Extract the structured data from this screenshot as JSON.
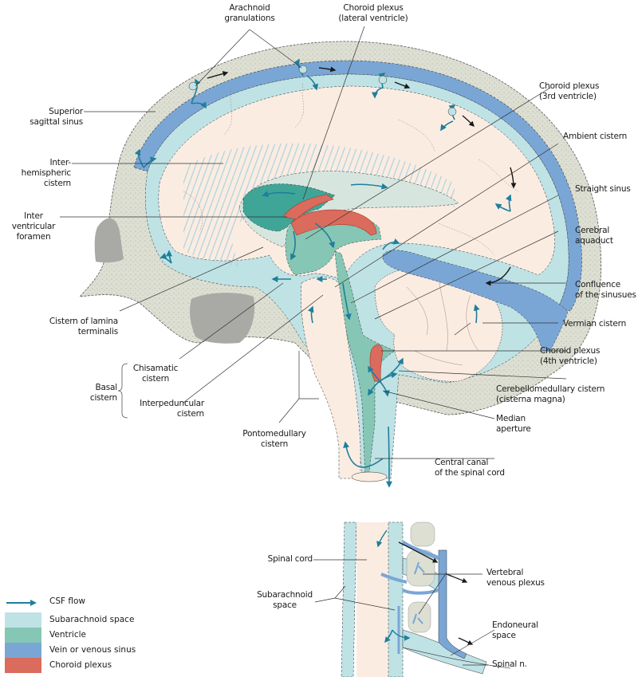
{
  "figure": {
    "title": "Cerebrospinal fluid circulation (midsagittal section of head and spinal canal)"
  },
  "colors": {
    "csf_flow": "#1e7f9b",
    "subarachnoid_space": "#bfe2e5",
    "ventricle": "#86c6b4",
    "vein_or_venous_sinus": "#7aa6d6",
    "choroid_plexus": "#db6b5c",
    "brain": "#fbece2",
    "bone": "#dcdfd2",
    "bone_dark": "#a9aaa6",
    "sinus_flow": "#1a1a1a"
  },
  "labels": {
    "arachnoid_granulations": "Arachnoid\ngranulations",
    "choroid_plexus_lateral": "Choroid plexus\n(lateral ventricle)",
    "choroid_plexus_3rd": "Choroid plexus\n(3rd ventricle)",
    "superior_sagittal_sinus": "Superior\nsagittal sinus",
    "ambient_cistern": "Ambient cistern",
    "interhemispheric_cistern": "Inter-\nhemispheric\ncistern",
    "straight_sinus": "Straight sinus",
    "interventricular_foramen": "Inter\nventricular\nforamen",
    "cerebral_aquaduct": "Cerebral\naquaduct",
    "confluence_of_sinuses": "Confluence\nof the sinusues",
    "cistern_of_lamina_terminalis": "Cistern of lamina\nterminalis",
    "vermian_cistern": "Vermian cistern",
    "choroid_plexus_4th": "Choroid plexus\n(4th ventricle)",
    "chisamatic_cistern": "Chisamatic\ncistern",
    "basal_cistern": "Basal\ncistern",
    "interpeduncular_cistern": "Interpeduncular\ncistern",
    "cerebellomedullary_cistern": "Cerebellomedullary cistern\n(cisterna magna)",
    "median_aperture": "Median\naperture",
    "pontomedullary_cistern": "Pontomedullary\ncistern",
    "central_canal": "Central canal\nof the spinal cord",
    "spinal_cord": "Spinal cord",
    "subarachnoid_space": "Subarachnoid\nspace",
    "vertebral_venous_plexus": "Vertebral\nvenous plexus",
    "endoneural_space": "Endoneural\nspace",
    "spinal_n": "Spinal n."
  },
  "legend": {
    "items": [
      {
        "label": "CSF flow",
        "kind": "arrow",
        "color": "#1e7f9b"
      },
      {
        "label": "Subarachnoid space",
        "kind": "swatch",
        "color": "#bfe2e5"
      },
      {
        "label": "Ventricle",
        "kind": "swatch",
        "color": "#86c6b4"
      },
      {
        "label": "Vein or venous sinus",
        "kind": "swatch",
        "color": "#7aa6d6"
      },
      {
        "label": "Choroid plexus",
        "kind": "swatch",
        "color": "#db6b5c"
      }
    ]
  }
}
